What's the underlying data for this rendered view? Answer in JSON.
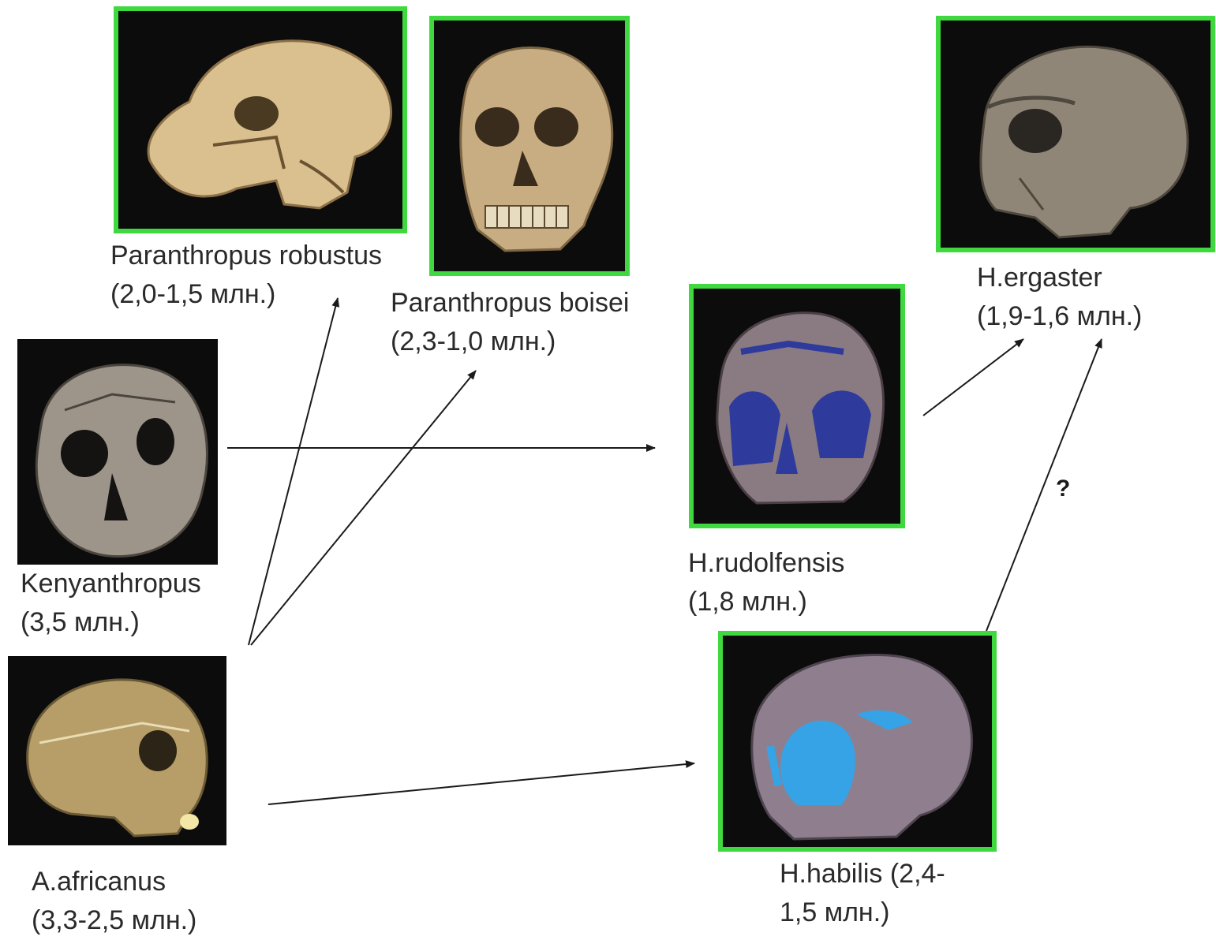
{
  "colors": {
    "frame": "#3fd93f",
    "photo_background": "#0d0c0c",
    "arrow": "#1a1a1a",
    "text": "#2a2a2a"
  },
  "nodes": {
    "robustus": {
      "name": "Paranthropus robustus",
      "age": "(2,0-1,5 млн.)",
      "icon": "skull-side-icon"
    },
    "boisei": {
      "name": "Paranthropus boisei",
      "age": "(2,3-1,0 млн.)",
      "icon": "skull-front-icon"
    },
    "ergaster": {
      "name": "H.ergaster",
      "age": "(1,9-1,6 млн.)",
      "icon": "skull-side-icon"
    },
    "rudolfensis": {
      "name": "H.rudolfensis",
      "age": "(1,8 млн.)",
      "icon": "skull-front-icon"
    },
    "kenyanthropus": {
      "name": "Kenyanthropus",
      "age": "(3,5 млн.)",
      "icon": "skull-front-icon"
    },
    "africanus": {
      "name": "A.africanus",
      "age": "(3,3-2,5 млн.)",
      "icon": "skull-side-icon"
    },
    "habilis": {
      "name": "H.habilis (2,4-",
      "age": "1,5 млн.)",
      "icon": "skull-side-icon"
    }
  },
  "edges": [
    {
      "from": "A.africanus",
      "to": "Paranthropus robustus"
    },
    {
      "from": "A.africanus",
      "to": "Paranthropus boisei"
    },
    {
      "from": "Kenyanthropus",
      "to": "H.rudolfensis"
    },
    {
      "from": "A.africanus",
      "to": "H.habilis"
    },
    {
      "from": "H.rudolfensis",
      "to": "H.ergaster"
    },
    {
      "from": "H.habilis",
      "to": "H.ergaster",
      "label": "?"
    }
  ]
}
